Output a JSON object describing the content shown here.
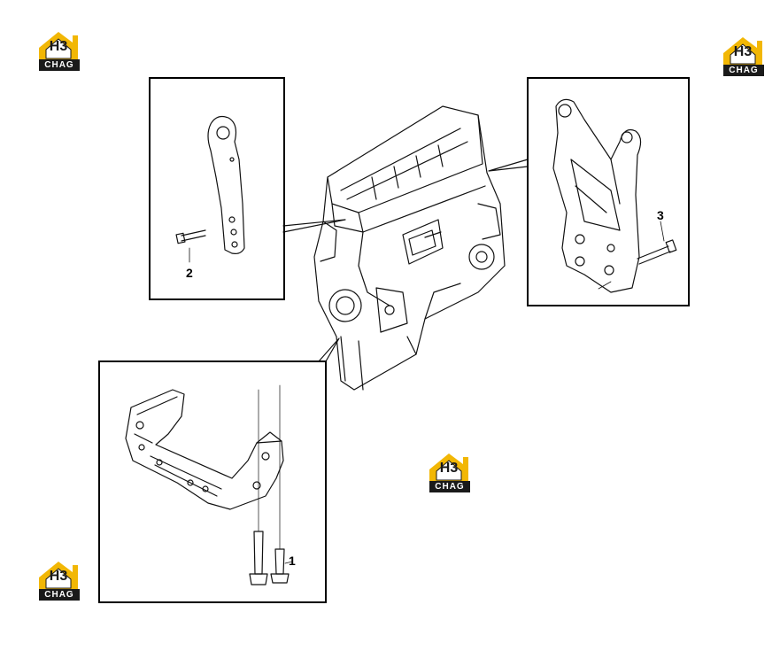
{
  "logo": {
    "mark": "H3",
    "text": "CHAG",
    "accent": "#f2b705",
    "dark": "#1a1a1a"
  },
  "callouts": {
    "part_1": "1",
    "part_2": "2",
    "part_3": "3"
  },
  "colors": {
    "line": "#111111",
    "frame": "#000000",
    "background": "#ffffff"
  }
}
